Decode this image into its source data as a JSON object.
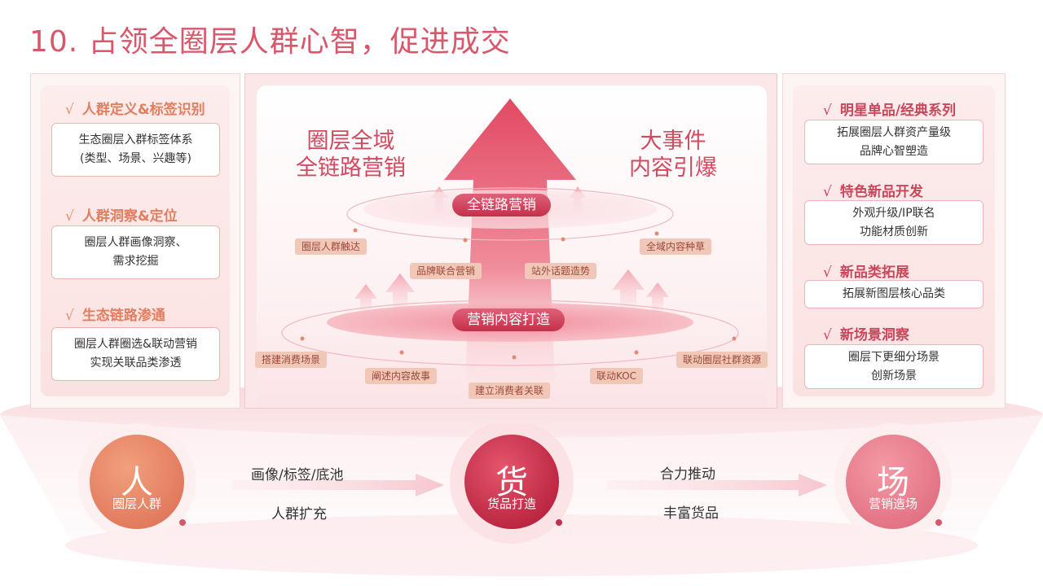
{
  "title": "10. 占领全圈层人群心智，促进成交",
  "left_panel": {
    "sections": [
      {
        "check": "√",
        "title": "人群定义&标签识别",
        "lines": [
          "生态圈层入群标签体系",
          "(类型、场景、兴趣等)"
        ]
      },
      {
        "check": "√",
        "title": "人群洞察&定位",
        "lines": [
          "圈层人群画像洞察、",
          "需求挖掘"
        ]
      },
      {
        "check": "√",
        "title": "生态链路渗通",
        "lines": [
          "圈层人群圈选&联动营销",
          "实现关联品类渗透"
        ]
      }
    ]
  },
  "right_panel": {
    "sections": [
      {
        "check": "√",
        "title": "明星单品/经典系列",
        "lines": [
          "拓展圈层人群资产量级",
          "品牌心智塑造"
        ]
      },
      {
        "check": "√",
        "title": "特色新品开发",
        "lines": [
          "外观升级/IP联名",
          "功能材质创新"
        ]
      },
      {
        "check": "√",
        "title": "新品类拓展",
        "lines": [
          "拓展新图层核心品类"
        ]
      },
      {
        "check": "√",
        "title": "新场景洞察",
        "lines": [
          "圈层下更细分场景",
          "创新场景"
        ]
      }
    ]
  },
  "center": {
    "left_heading": [
      "圈层全域",
      "全链路营销"
    ],
    "right_heading": [
      "大事件",
      "内容引爆"
    ],
    "upper_pill": "全链路营销",
    "lower_pill": "营销内容打造",
    "tags": {
      "t1": "圈层人群触达",
      "t2": "全域内容种草",
      "t3": "品牌联合营销",
      "t4": "站外话题造势",
      "t5": "搭建消费场景",
      "t6": "联动圈层社群资源",
      "t7": "阐述内容故事",
      "t8": "联动KOC",
      "t9": "建立消费者关联"
    }
  },
  "bottom": {
    "nodes": [
      {
        "char": "人",
        "label": "圈层人群"
      },
      {
        "char": "货",
        "label": "货品打造"
      },
      {
        "char": "场",
        "label": "营销造场"
      }
    ],
    "flow1": {
      "top": "画像/标签/底池",
      "bottom": "人群扩充"
    },
    "flow2": {
      "top": "合力推动",
      "bottom": "丰富货品"
    }
  },
  "colors": {
    "title": "#d8576a",
    "accent_red": "#c9465b",
    "accent_orange": "#e07f5f",
    "pill_red": "#c3304b"
  }
}
